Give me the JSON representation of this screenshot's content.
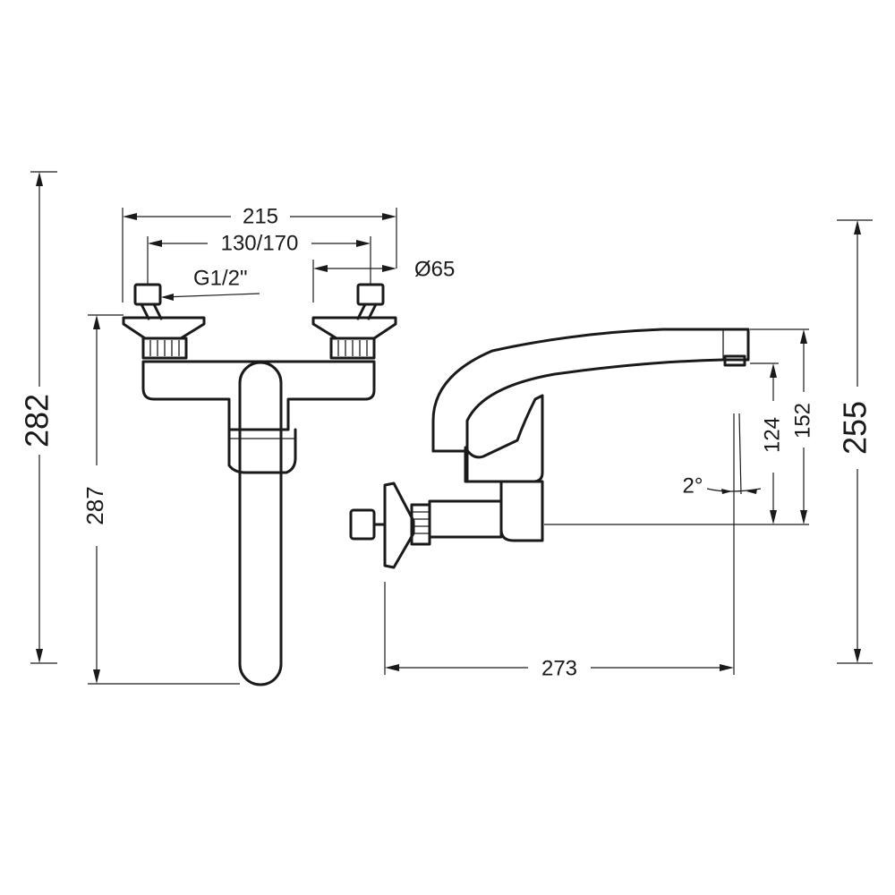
{
  "dimensions": {
    "overall_height": "282",
    "spout_drop": "287",
    "overall_width": "215",
    "inlet_spacing": "130/170",
    "thread": "G1/2\"",
    "cover_diameter": "Ø65",
    "spout_reach": "273",
    "height_outlet_124": "124",
    "height_outlet_152": "152",
    "total_height_side": "255",
    "spout_angle": "2°"
  },
  "colors": {
    "line": "#1a1a1a",
    "background": "#ffffff"
  }
}
